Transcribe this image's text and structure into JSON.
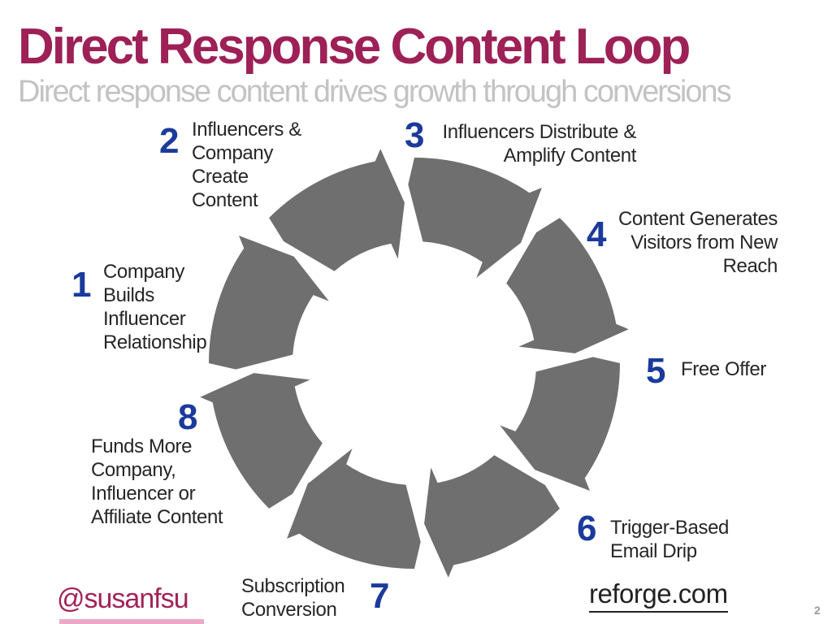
{
  "slide": {
    "title": "Direct Response Content Loop",
    "subtitle": "Direct response content drives growth through conversions",
    "handle": "@susanfsu",
    "link": "reforge.com",
    "page_number": "2"
  },
  "colors": {
    "title_magenta": "#9D2056",
    "subtitle_gray": "#C3C3C3",
    "step_number_blue": "#1B3A9C",
    "step_text": "#262626",
    "arrow_gray": "#6F6F6F",
    "handle_magenta": "#A12357",
    "link_text": "#222222",
    "page_number_gray": "#999999",
    "accent_bar_pink": "#ECA9C7"
  },
  "diagram": {
    "type": "cycle",
    "segments": 8,
    "direction": "clockwise",
    "description": "Circular loop of 8 gray curved arrows representing the content loop"
  },
  "steps": [
    {
      "number": "1",
      "label": "Company\nBuilds\nInfluencer\nRelationship"
    },
    {
      "number": "2",
      "label": "Influencers &\nCompany\nCreate\nContent"
    },
    {
      "number": "3",
      "label": "Influencers Distribute &\nAmplify Content"
    },
    {
      "number": "4",
      "label": "Content Generates\nVisitors from New\nReach"
    },
    {
      "number": "5",
      "label": "Free Offer"
    },
    {
      "number": "6",
      "label": "Trigger-Based\nEmail Drip"
    },
    {
      "number": "7",
      "label": "Subscription\nConversion"
    },
    {
      "number": "8",
      "label": "Funds More\nCompany,\nInfluencer or\nAffiliate Content"
    }
  ]
}
